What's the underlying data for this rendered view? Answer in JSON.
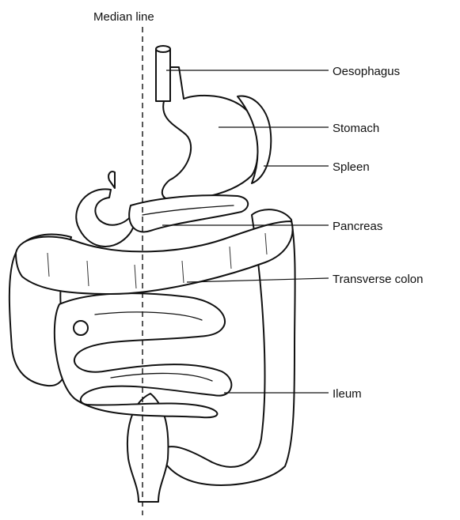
{
  "figure": {
    "median_label": "Median line",
    "labels": {
      "oesophagus": "Oesophagus",
      "stomach": "Stomach",
      "spleen": "Spleen",
      "pancreas": "Pancreas",
      "transverse_colon": "Transverse colon",
      "ileum": "Ileum"
    }
  }
}
